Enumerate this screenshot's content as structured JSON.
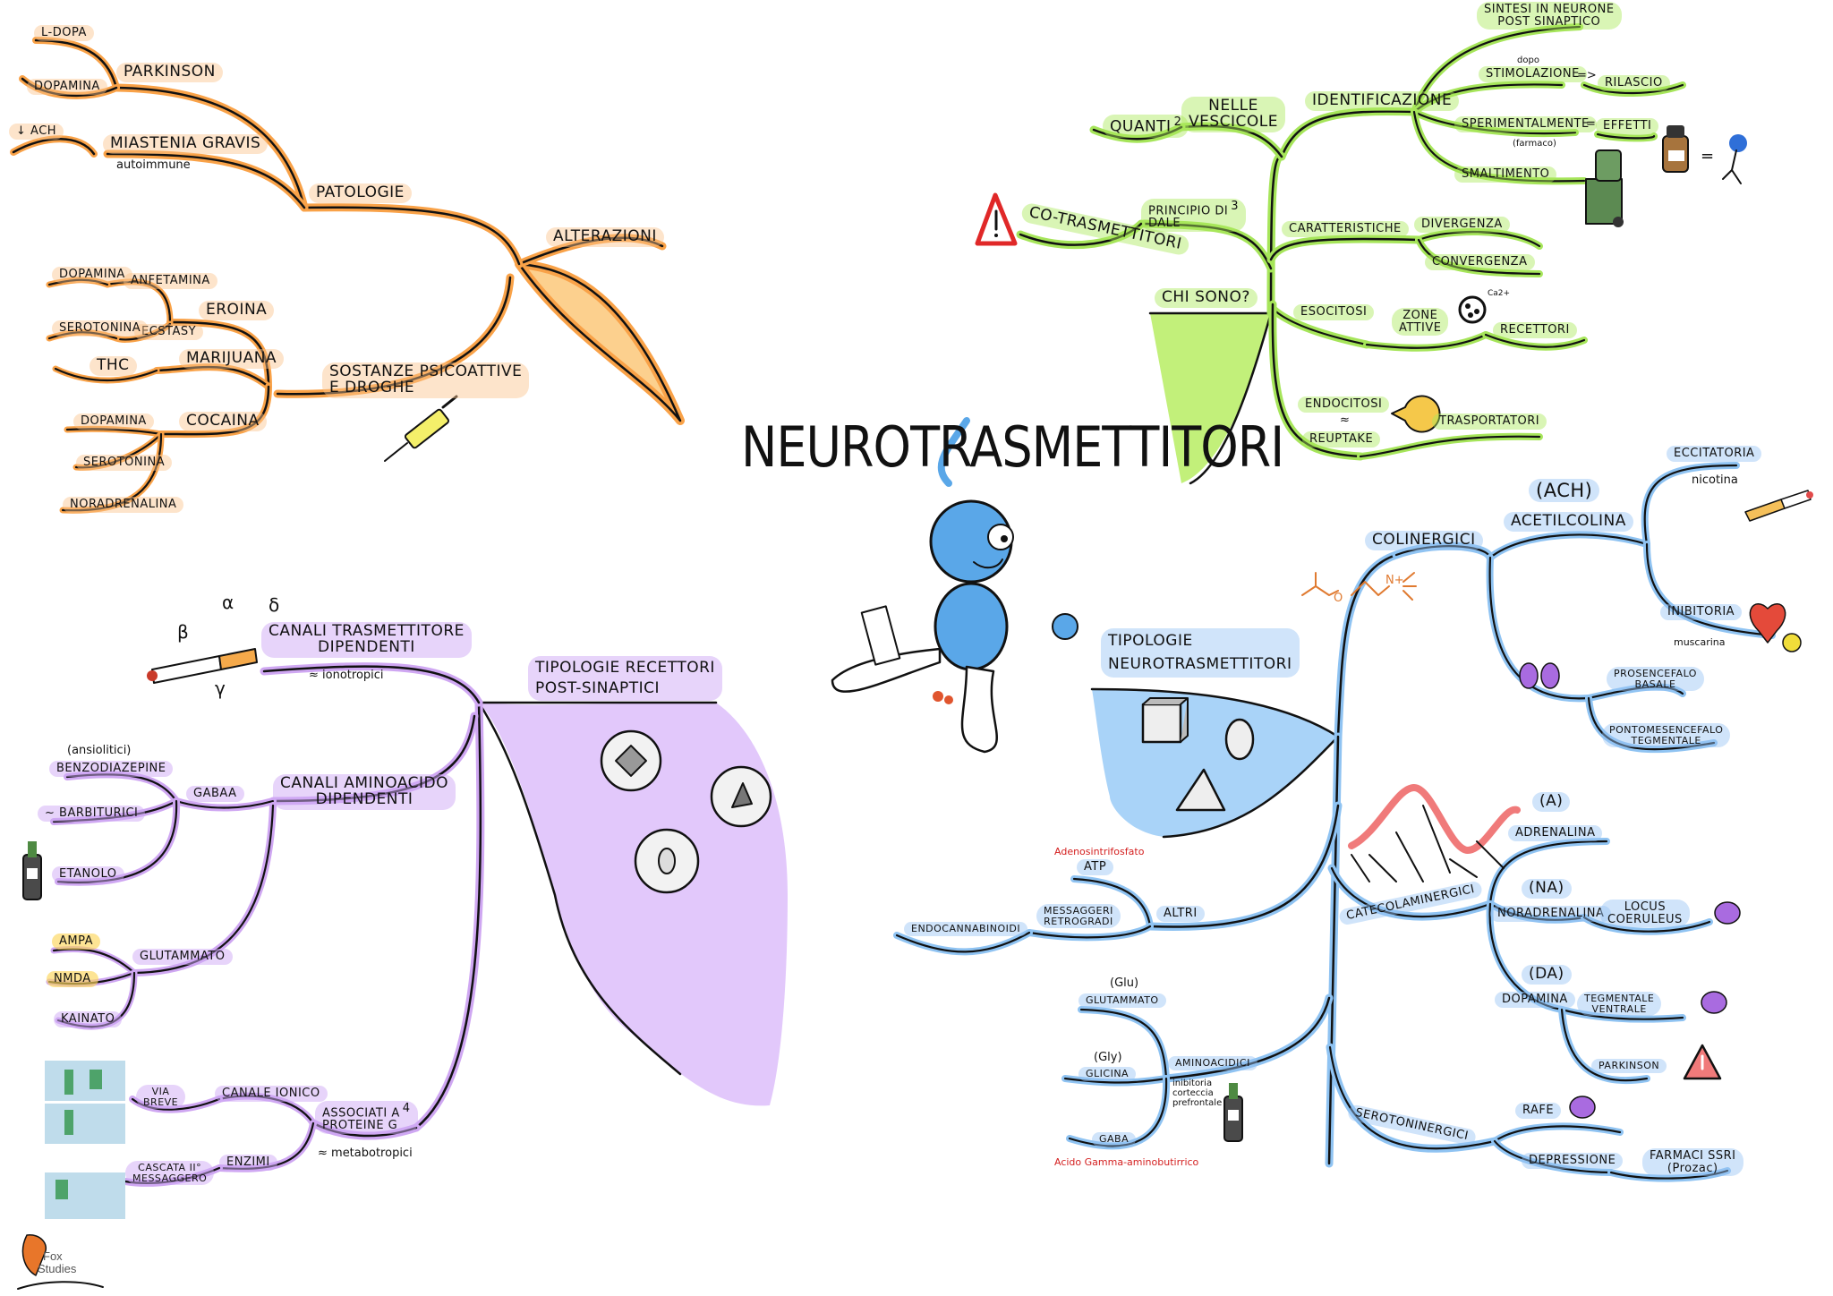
{
  "title": "NEUROTRASMETTITORI",
  "logo": {
    "line1": "Fox",
    "line2": "Studies"
  },
  "colors": {
    "orange_branch": "#f9a248",
    "orange_fill": "#fcd08e",
    "green_branch": "#a6e55a",
    "green_fill": "#c2f07a",
    "blue_branch": "#8fc3f2",
    "blue_fill": "#a9d3f8",
    "purple_branch": "#cfa7f2",
    "purple_fill": "#e2c8fb",
    "warning_red": "#e02828",
    "mascot_blue": "#5aa7e8"
  },
  "orange": {
    "root": "ALTERAZIONI",
    "patologie": "PATOLOGIE",
    "parkinson": "PARKINSON",
    "ldopa": "L-DOPA",
    "dopamina": "DOPAMINA",
    "miastenia": "MIASTENIA GRAVIS",
    "autoimmune": "autoimmune",
    "ach": "↓ ACh",
    "sostanze_1": "SOSTANZE PSICOATTIVE",
    "sostanze_2": "E DROGHE",
    "eroina": "EROINA",
    "anfetamina": "ANFETAMINA",
    "dopamina2": "DOPAMINA",
    "ecstasy": "ECSTASY",
    "serotonina": "SEROTONINA",
    "marijuana": "MARIJUANA",
    "thc": "THC",
    "cocaina": "COCAINA",
    "dopamina3": "DOPAMINA",
    "serotonina2": "SEROTONINA",
    "noradrenalina": "NORADRENALINA"
  },
  "green": {
    "root": "CHI SONO?",
    "quanti": "QUANTI",
    "quanti_sup": "2",
    "vescicole_1": "NELLE",
    "vescicole_2": "VESCICOLE",
    "identificazione": "IDENTIFICAZIONE",
    "sintesi_1": "SINTESI IN NEURONE",
    "sintesi_2": "POST SINAPTICO",
    "dopo": "dopo",
    "stimolazione": "STIMOLAZIONE",
    "arrow": "=>",
    "rilascio": "RILASCIO",
    "sperimentalmente": "SPERIMENTALMENTE",
    "eq": "=",
    "effetti": "EFFETTI",
    "farmaco": "(farmaco)",
    "eq2": "=",
    "smaltimento": "SMALTIMENTO",
    "cotrasmettitori": "CO-TRASMETTITORI",
    "principio_1": "PRINCIPIO DI",
    "principio_2": "DALE",
    "principio_sup": "3",
    "caratteristiche": "CARATTERISTICHE",
    "divergenza": "DIVERGENZA",
    "convergenza": "CONVERGENZA",
    "esocitosi": "ESOCITOSI",
    "zone_1": "ZONE",
    "zone_2": "ATTIVE",
    "ca": "Ca2+",
    "recettori": "RECETTORI",
    "endocitosi": "ENDOCITOSI",
    "approx": "≈",
    "reuptake": "REUPTAKE",
    "trasportatori": "TRASPORTATORI"
  },
  "blue": {
    "root_1": "TIPOLOGIE",
    "root_2": "NEUROTRASMETTITORI",
    "colinergici": "COLINERGICI",
    "ach_abbr": "(ACh)",
    "acetilcolina": "ACETILCOLINA",
    "eccitatoria": "ECCITATORIA",
    "nicotina": "nicotina",
    "inibitoria": "INIBITORIA",
    "muscarina": "muscarina",
    "prosencefalo_1": "PROSENCEFALO",
    "prosencefalo_2": "BASALE",
    "pontomes_1": "PONTOMESENCEFALO",
    "pontomes_2": "TEGMENTALE",
    "catecolaminergici": "CATECOLAMINERGICI",
    "a_abbr": "(A)",
    "adrenalina": "ADRENALINA",
    "na_abbr": "(NA)",
    "noradrenalina": "NORADRENALINA",
    "locus_1": "LOCUS",
    "locus_2": "COERULEUS",
    "da_abbr": "(DA)",
    "dopamina": "DOPAMINA",
    "tegmentale_1": "TEGMENTALE",
    "tegmentale_2": "VENTRALE",
    "parkinson": "PARKINSON",
    "serotoninergici": "SEROTONINERGICI",
    "rafe": "RAFE",
    "depressione": "DEPRESSIONE",
    "farmaci_1": "FARMACI SSRI",
    "farmaci_2": "(Prozac)",
    "altri": "ALTRI",
    "atp_note": "Adenosintrifosfato",
    "atp": "ATP",
    "messaggeri_1": "MESSAGGERI",
    "messaggeri_2": "RETROGRADI",
    "endocannabinoidi": "ENDOCANNABINOIDI",
    "aminoacidici": "AMINOACIDICI",
    "inibitoria_note_1": "inibitoria",
    "inibitoria_note_2": "corteccia",
    "inibitoria_note_3": "prefrontale",
    "glu_abbr": "(Glu)",
    "glutammato": "GLUTAMMATO",
    "gly_abbr": "(Gly)",
    "glicina": "GLICINA",
    "gaba": "GABA",
    "gaba_note": "Acido Gamma-aminobutirrico",
    "molecule_n": "N+",
    "molecule_o": "O"
  },
  "purple": {
    "root_1": "TIPOLOGIE RECETTORI",
    "root_2": "POST-SINAPTICI",
    "canali_tras_1": "CANALI TRASMETTITORE",
    "canali_tras_2": "DIPENDENTI",
    "ionotropici": "≈ ionotropici",
    "alpha": "α",
    "beta": "β",
    "gamma": "γ",
    "delta": "δ",
    "canali_amino_1": "CANALI AMINOACIDO",
    "canali_amino_2": "DIPENDENTI",
    "gabaa": "GABAA",
    "ansiolitici": "(ansiolitici)",
    "benzodiazepine": "BENZODIAZEPINE",
    "barbiturici": "~ BARBITURICI",
    "etanolo": "ETANOLO",
    "glutammato": "GLUTAMMATO",
    "ampa": "AMPA",
    "nmda": "NMDA",
    "kainato": "KAINATO",
    "associati_1": "ASSOCIATI A",
    "associati_2": "PROTEINE G",
    "associati_sup": "4",
    "metabotropici": "≈ metabotropici",
    "canale_ionico": "CANALE IONICO",
    "via_1": "VIA",
    "via_2": "BREVE",
    "enzimi": "ENZIMI",
    "cascata_1": "CASCATA II°",
    "cascata_2": "MESSAGGERO"
  }
}
